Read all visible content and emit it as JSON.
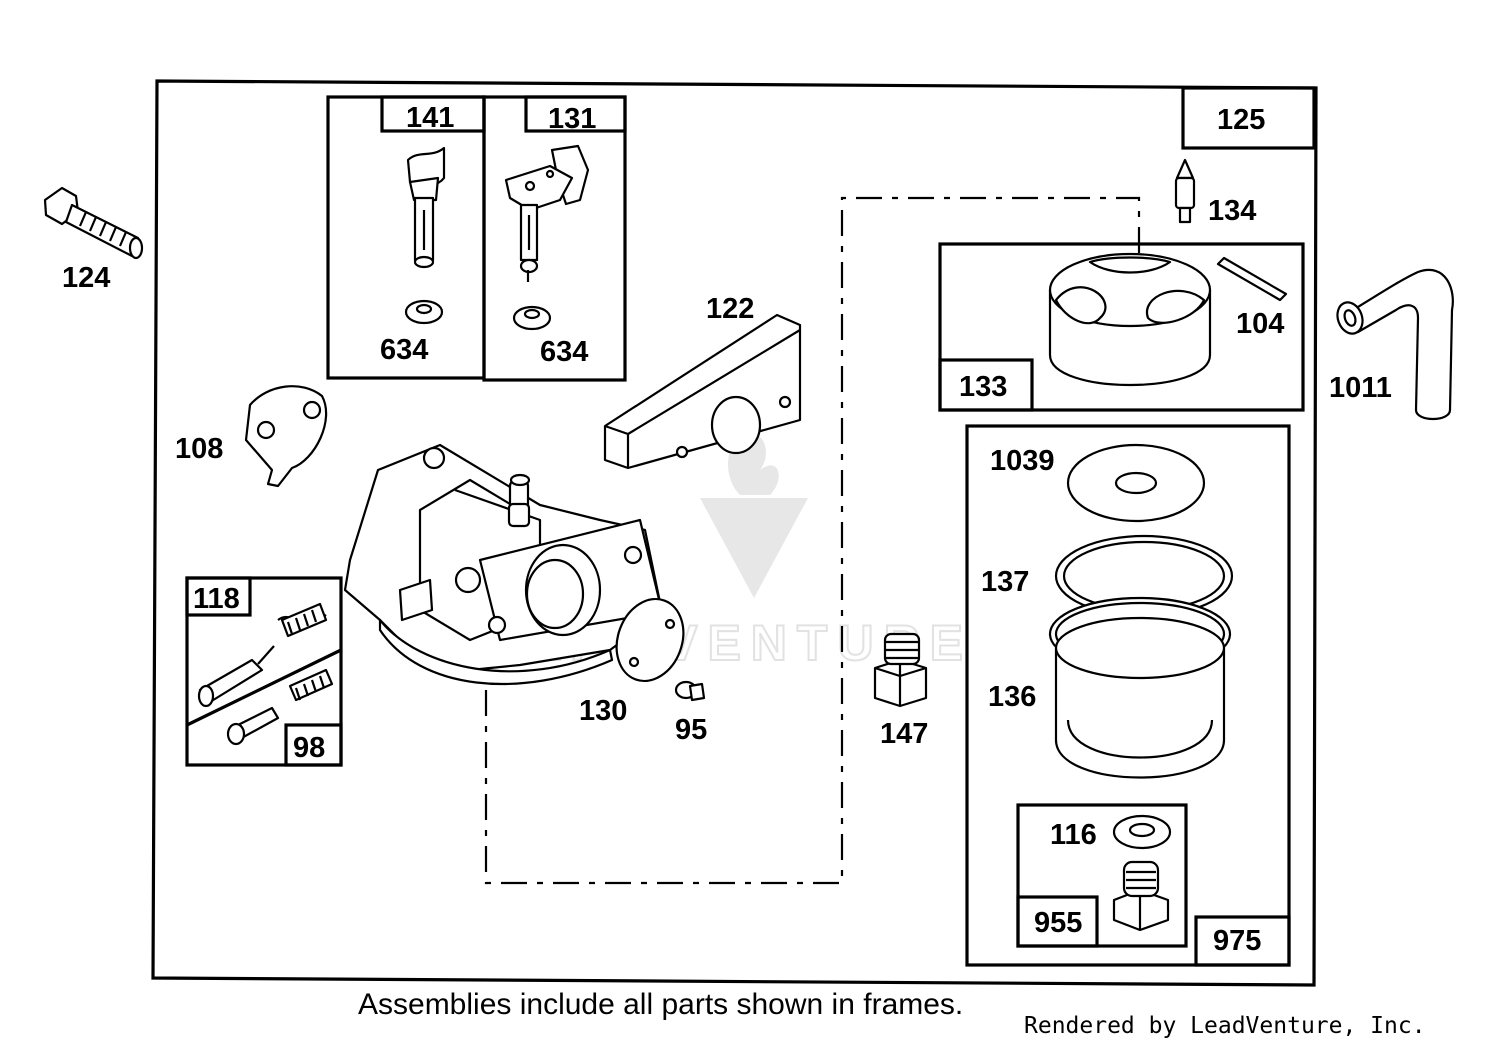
{
  "callouts": {
    "c124": "124",
    "c141": "141",
    "c131": "131",
    "c634a": "634",
    "c634b": "634",
    "c122": "122",
    "c125": "125",
    "c134": "134",
    "c104": "104",
    "c133": "133",
    "c1011": "1011",
    "c108": "108",
    "c118": "118",
    "c98": "98",
    "c130": "130",
    "c95": "95",
    "c147": "147",
    "c1039": "1039",
    "c137": "137",
    "c136": "136",
    "c116": "116",
    "c955": "955",
    "c975": "975"
  },
  "watermark": {
    "text": "LEADVENTURE"
  },
  "footer": {
    "caption": "Assemblies include all parts shown in frames.",
    "credit": "Rendered by LeadVenture, Inc."
  }
}
